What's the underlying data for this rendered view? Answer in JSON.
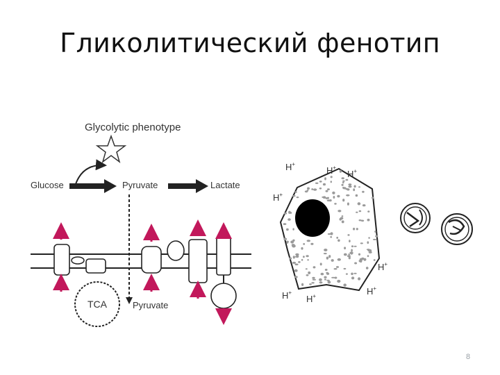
{
  "slide": {
    "title": "Гликолитический фенотип",
    "page_number": "8"
  },
  "diagram": {
    "phenotype_label": "Glycolytic phenotype",
    "glucose": "Glucose",
    "pyruvate": "Pyruvate",
    "lactate": "Lactate",
    "tca": "TCA",
    "pyruvate_lower": "Pyruvate",
    "proton": "H",
    "proton_charge": "+"
  },
  "colors": {
    "arrow_magenta": "#c2185b",
    "line": "#222222",
    "granule_gray": "#9a9a9a"
  }
}
